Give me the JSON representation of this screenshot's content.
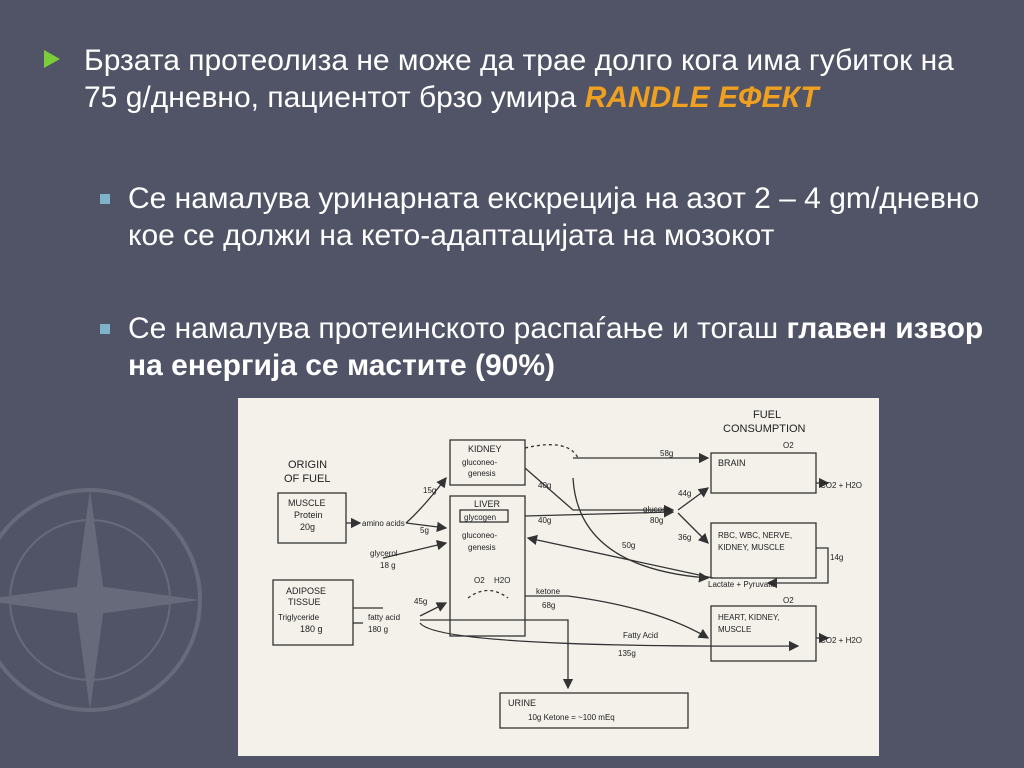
{
  "bullets": {
    "main": {
      "text": "Брзата протеолиза не може да трае долго кога има губиток на 75 g/дневно, пациентот брзо умира ",
      "accent": "RANDLE ЕФЕКТ"
    },
    "sub1": {
      "text": "Се намалува уринарната екскреција на азот 2 – 4 gm/дневно кое се должи на кето-адаптацијата на мозокот"
    },
    "sub2": {
      "text": "Се намалува протеинското распаѓање и тогаш ",
      "bold": "главен извор на енергија се мастите (90%)"
    }
  },
  "diagram": {
    "origin_title": [
      "ORIGIN",
      "OF FUEL"
    ],
    "consumption_title": [
      "FUEL",
      "CONSUMPTION"
    ],
    "muscle": [
      "MUSCLE",
      "Protein",
      "20g"
    ],
    "adipose": [
      "ADIPOSE",
      "TISSUE",
      "Triglyceride",
      "180 g"
    ],
    "kidney": [
      "KIDNEY",
      "gluconeo-",
      "genesis"
    ],
    "liver": [
      "LIVER",
      "glycogen",
      "gluconeo-",
      "genesis"
    ],
    "brain": "BRAIN",
    "rbc": [
      "RBC, WBC, NERVE,",
      "KIDNEY, MUSCLE"
    ],
    "heart": [
      "HEART, KIDNEY,",
      "MUSCLE"
    ],
    "urine": [
      "URINE",
      "10g Ketone = ~100 mEq"
    ],
    "amino_acids": "amino acids",
    "glycerol": [
      "glycerol",
      "18 g"
    ],
    "fatty_acid_left": [
      "fatty acid",
      "180 g"
    ],
    "fatty_acid_bottom": [
      "Fatty Acid",
      "135g"
    ],
    "glucose": [
      "glucose",
      "80g"
    ],
    "ketone": [
      "ketone",
      "68g"
    ],
    "o2": "O2",
    "h2o": "H2O",
    "co2_h2o": "CO2 + H2O",
    "lactate": "Lactate + Pyruvate",
    "values": {
      "v15": "15g",
      "v5": "5g",
      "v40a": "40g",
      "v40b": "40g",
      "v58": "58g",
      "v44": "44g",
      "v36": "36g",
      "v50": "50g",
      "v14": "14g",
      "v45": "45g"
    }
  }
}
